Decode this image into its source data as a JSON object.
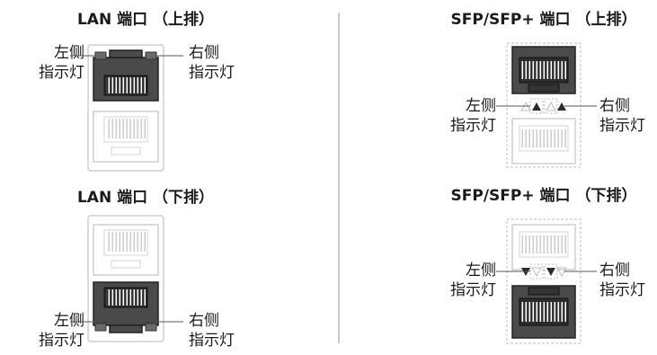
{
  "lan_top": {
    "title": "LAN 端口 （上排）",
    "left_label": [
      "左侧",
      "指示灯"
    ],
    "right_label": [
      "右侧",
      "指示灯"
    ]
  },
  "lan_bottom": {
    "title": "LAN 端口 （下排）",
    "left_label": [
      "左侧",
      "指示灯"
    ],
    "right_label": [
      "右侧",
      "指示灯"
    ]
  },
  "sfp_top": {
    "title": "SFP/SFP+ 端口 （上排）",
    "left_label": [
      "左侧",
      "指示灯"
    ],
    "right_label": [
      "右侧",
      "指示灯"
    ]
  },
  "sfp_bottom": {
    "title": "SFP/SFP+ 端口 （下排）",
    "left_label": [
      "左侧",
      "指示灯"
    ],
    "right_label": [
      "右侧",
      "指示灯"
    ]
  },
  "colors": {
    "port_active": "#4a4a4a",
    "port_inactive": "#d0d0d0",
    "divider": "#c8c8c8"
  }
}
